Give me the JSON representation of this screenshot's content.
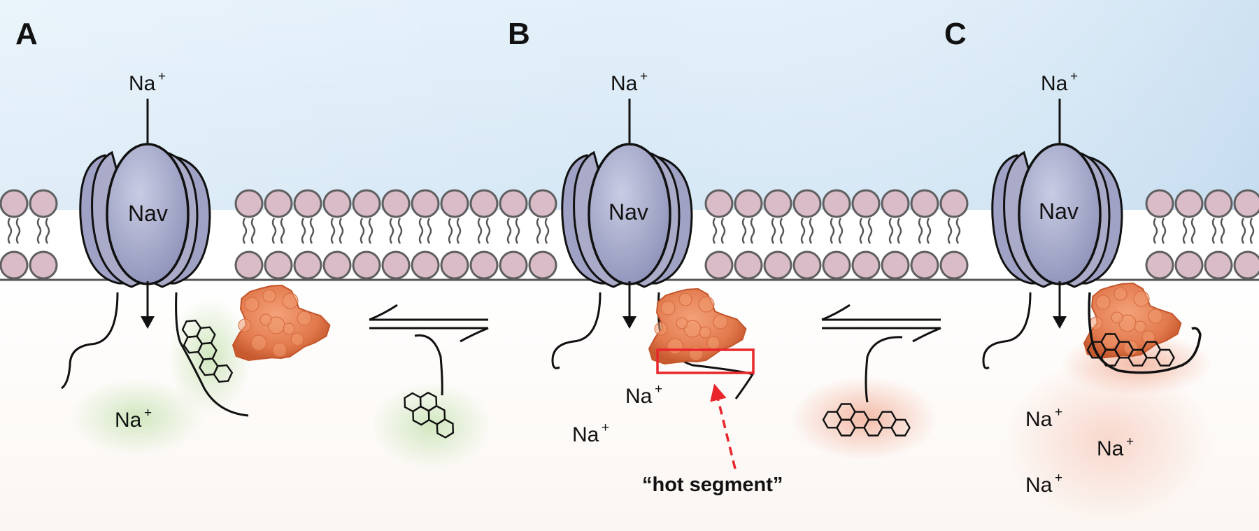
{
  "panels": [
    {
      "label": "A",
      "channel": "Nav",
      "ion_top": "Na",
      "ion_inside": [
        "Na"
      ]
    },
    {
      "label": "B",
      "channel": "Nav",
      "ion_top": "Na",
      "ion_inside": [
        "Na",
        "Na"
      ]
    },
    {
      "label": "C",
      "channel": "Nav",
      "ion_top": "Na",
      "ion_inside": [
        "Na",
        "Na",
        "Na"
      ]
    }
  ],
  "ion_charge": "+",
  "hot_segment_label": "“hot segment”",
  "colors": {
    "sky_top": "#d7e9f6",
    "membrane_head": "#d9bcc8",
    "membrane_outline": "#555555",
    "channel_fill": "#a9abc8",
    "protein": "#e27a4e",
    "ligand_glow_green": "#c9e3b6",
    "ligand_glow_red": "#f2c0b0",
    "highlight_box": "#e8262b",
    "arrow_dashed": "#e8262b"
  },
  "icons": [
    "nav-channel-icon",
    "lipid-bilayer-icon",
    "protein-surface-icon",
    "aromatic-ligand-icon",
    "equilibrium-arrow-icon"
  ]
}
